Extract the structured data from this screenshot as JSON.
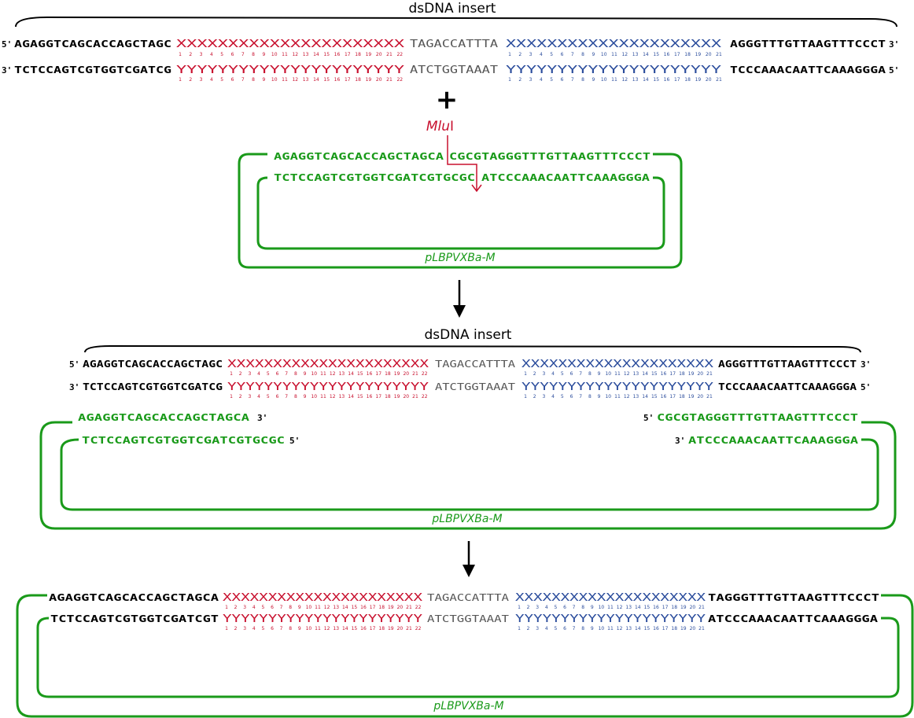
{
  "colors": {
    "black": "#000000",
    "red": "#c8102e",
    "blue": "#2a4c9c",
    "green": "#1a9a1a",
    "gray": "#555555"
  },
  "labels": {
    "insert_title": "dsDNA insert",
    "enzyme_prefix": "Mlu",
    "enzyme_suffix": "I",
    "plasmid": "pLBPVXBa-M",
    "plus": "+"
  },
  "ends": {
    "five": "5'",
    "three": "3'"
  },
  "insert": {
    "top_left": "AGAGGTCAGCACCAGCTAGC",
    "top_x": "XXXXXXXXXXXXXXXXXXXXXX",
    "top_mid": "TAGACCATTTA",
    "top_bx": "XXXXXXXXXXXXXXXXXXXXX",
    "top_right": "AGGGTTTGTTAAGTTTCCCT",
    "bot_left": "TCTCCAGTCGTGGTCGATCG",
    "bot_y": "YYYYYYYYYYYYYYYYYYYYYY",
    "bot_mid": "ATCTGGTAAAT",
    "bot_by": "YYYYYYYYYYYYYYYYYYYYY",
    "bot_right": "TCCCAAACAATTCAAAGGGA"
  },
  "red_indices": [
    "1",
    "2",
    "3",
    "4",
    "5",
    "6",
    "7",
    "8",
    "9",
    "10",
    "11",
    "12",
    "13",
    "14",
    "15",
    "16",
    "17",
    "18",
    "19",
    "20",
    "21",
    "22"
  ],
  "blue_indices": [
    "1",
    "2",
    "3",
    "4",
    "5",
    "6",
    "7",
    "8",
    "9",
    "10",
    "11",
    "12",
    "13",
    "14",
    "15",
    "16",
    "17",
    "18",
    "19",
    "20",
    "21"
  ],
  "vector": {
    "top_left": "AGAGGTCAGCACCAGCTAGCA",
    "top_right": "CGCGTAGGGTTTGTTAAGTTTCCCT",
    "bot_left": "TCTCCAGTCGTGGTCGATCGTGCGC",
    "bot_right": "ATCCCAAACAATTCAAAGGGA"
  },
  "product": {
    "top_left": "AGAGGTCAGCACCAGCTAGCA",
    "top_right": "TAGGGTTTGTTAAGTTTCCCT",
    "bot_left": "TCTCCAGTCGTGGTCGATCGT",
    "bot_right": "ATCCCAAACAATTCAAAGGGA"
  }
}
